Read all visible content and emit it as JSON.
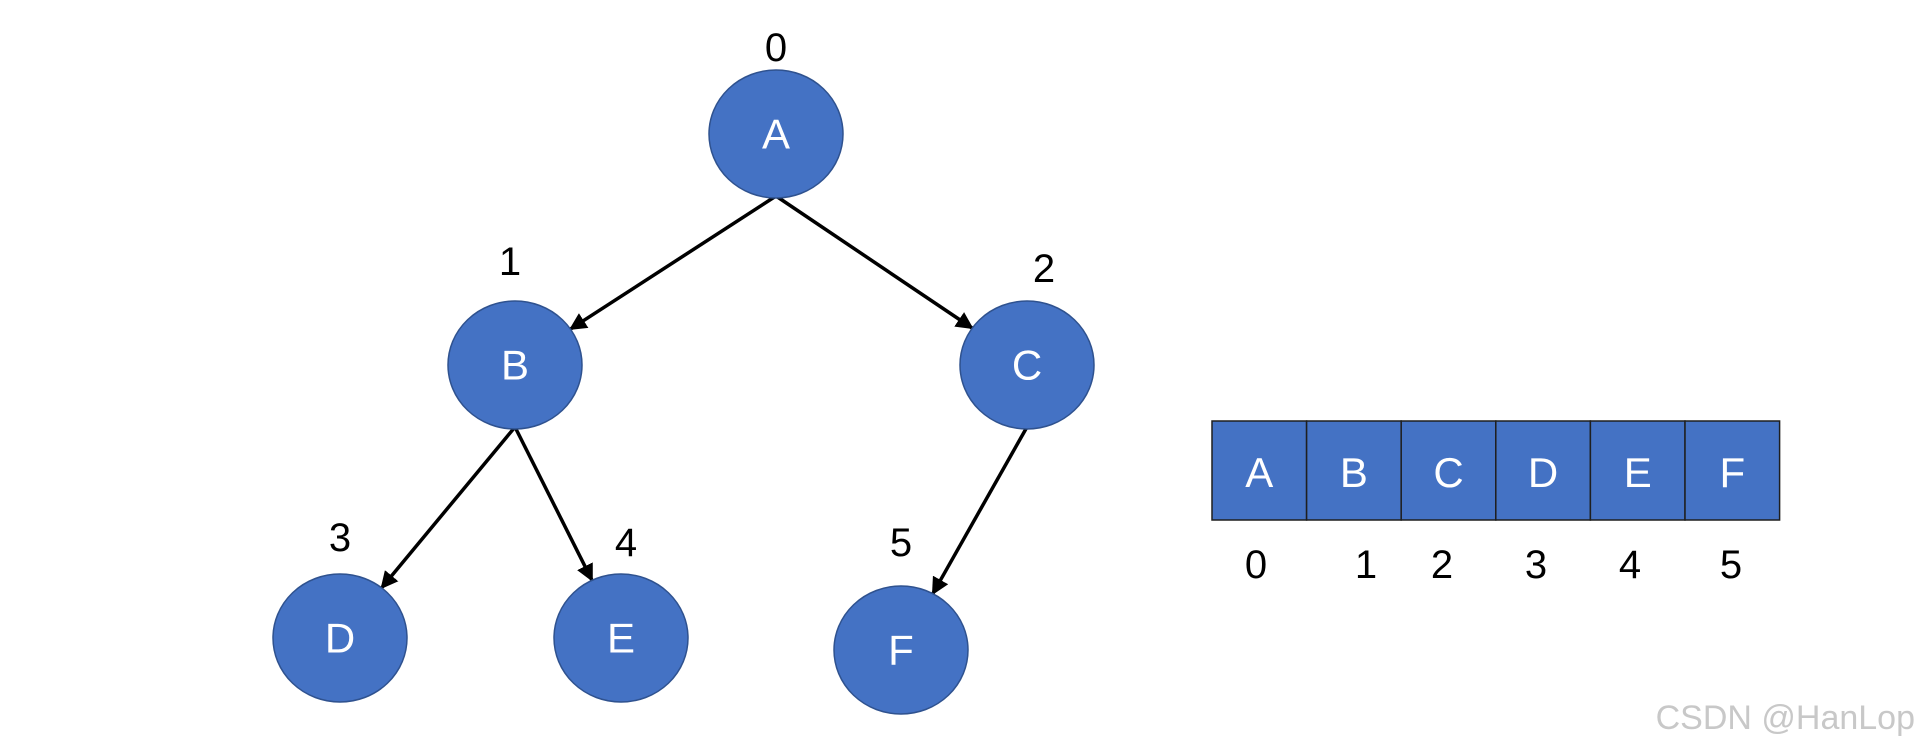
{
  "tree": {
    "nodes": [
      {
        "id": "A",
        "label": "A",
        "index": "0"
      },
      {
        "id": "B",
        "label": "B",
        "index": "1"
      },
      {
        "id": "C",
        "label": "C",
        "index": "2"
      },
      {
        "id": "D",
        "label": "D",
        "index": "3"
      },
      {
        "id": "E",
        "label": "E",
        "index": "4"
      },
      {
        "id": "F",
        "label": "F",
        "index": "5"
      }
    ],
    "edges": [
      {
        "from": "A",
        "to": "B"
      },
      {
        "from": "A",
        "to": "C"
      },
      {
        "from": "B",
        "to": "D"
      },
      {
        "from": "B",
        "to": "E"
      },
      {
        "from": "C",
        "to": "F"
      }
    ]
  },
  "array": {
    "cells": [
      {
        "label": "A",
        "index": "0"
      },
      {
        "label": "B",
        "index": "1"
      },
      {
        "label": "C",
        "index": "2"
      },
      {
        "label": "D",
        "index": "3"
      },
      {
        "label": "E",
        "index": "4"
      },
      {
        "label": "F",
        "index": "5"
      }
    ]
  },
  "watermark": "CSDN @HanLop",
  "colors": {
    "node_fill": "#4472c4",
    "node_stroke": "#2f528f",
    "edge": "#000000",
    "watermark": "#c8c8c8"
  }
}
